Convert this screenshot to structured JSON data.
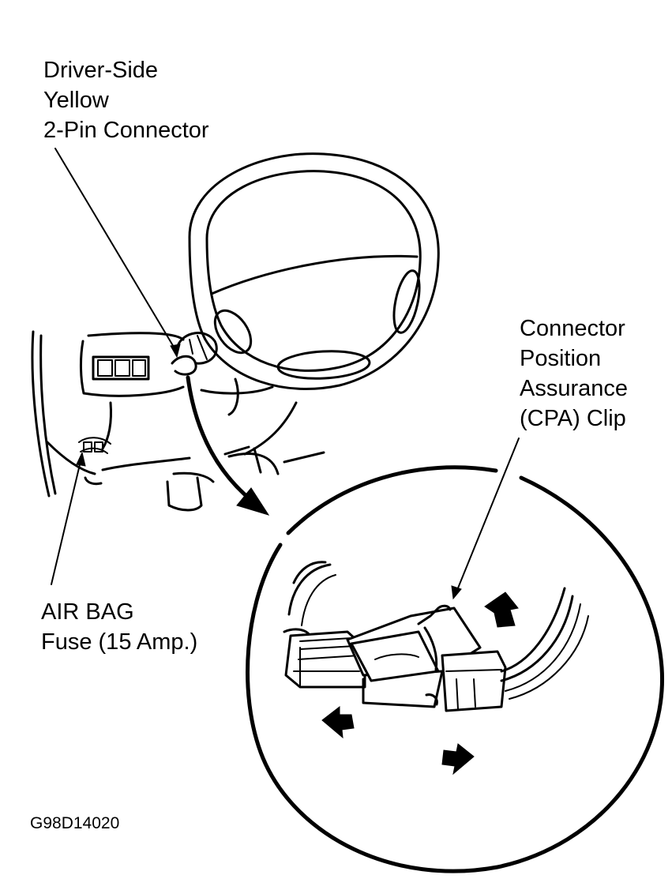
{
  "labels": {
    "driver_connector": [
      "Driver-Side",
      "Yellow",
      "2-Pin Connector"
    ],
    "cpa_clip": [
      "Connector",
      "Position",
      "Assurance",
      "(CPA) Clip"
    ],
    "airbag_fuse": [
      "AIR BAG",
      "Fuse (15 Amp.)"
    ],
    "figure_code": "G98D14020"
  },
  "colors": {
    "ink": "#000000",
    "paper": "#ffffff"
  }
}
